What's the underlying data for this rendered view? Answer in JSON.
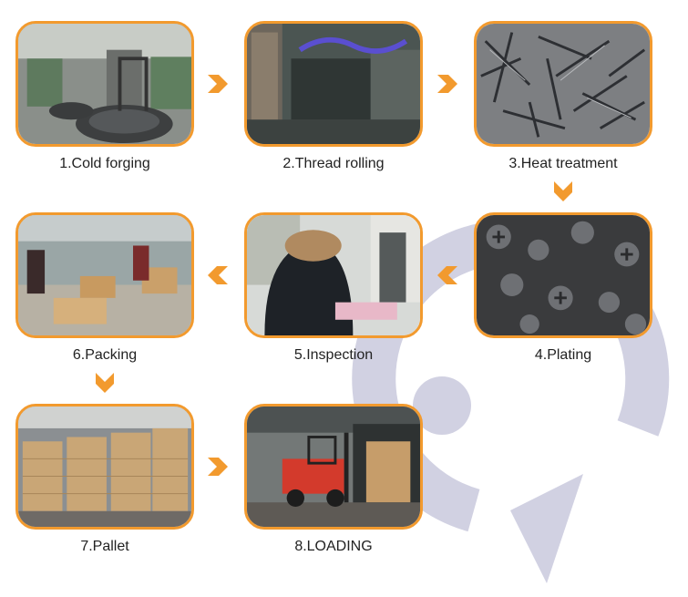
{
  "accent_color": "#f29a2e",
  "decoration_color": "#c9c9dd",
  "steps": [
    {
      "label": "1.Cold forging",
      "photo": "wire-coil-forging-machines"
    },
    {
      "label": "2.Thread rolling",
      "photo": "thread-rolling-machine"
    },
    {
      "label": "3.Heat treatment",
      "photo": "pile-of-dark-screws"
    },
    {
      "label": "4.Plating",
      "photo": "plated-black-screws-closeup"
    },
    {
      "label": "5.Inspection",
      "photo": "worker-at-inspection-microscope"
    },
    {
      "label": "6.Packing",
      "photo": "workers-packing-boxes"
    },
    {
      "label": "7.Pallet",
      "photo": "palletized-cartons-warehouse"
    },
    {
      "label": "8.LOADING",
      "photo": "red-forklift-loading-truck"
    }
  ],
  "arrows": [
    "arrow-right",
    "arrow-right",
    "arrow-down",
    "arrow-left",
    "arrow-left",
    "arrow-down",
    "arrow-right"
  ]
}
